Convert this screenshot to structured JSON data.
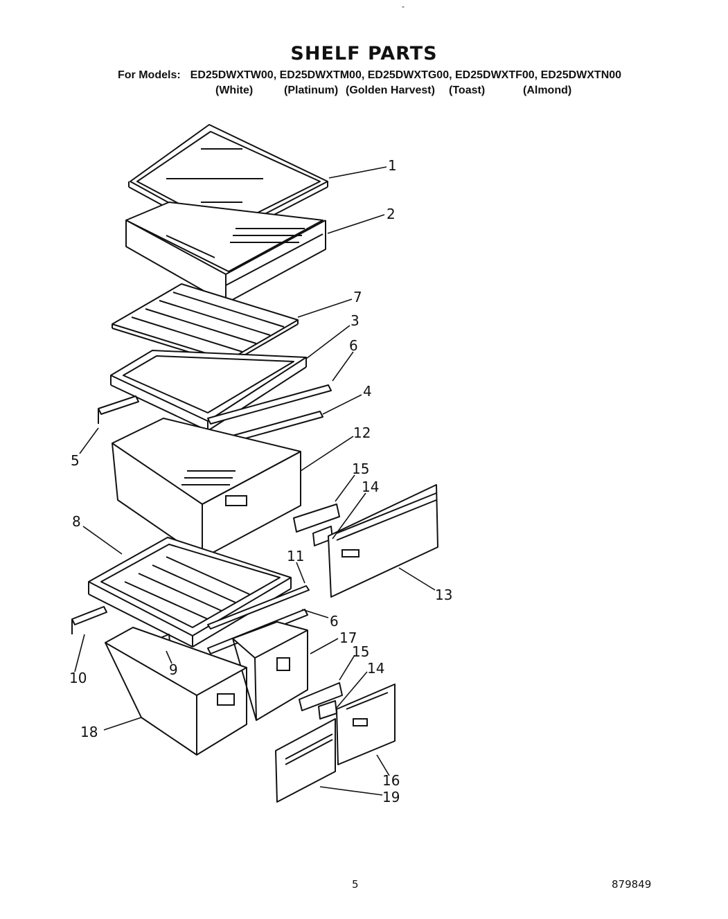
{
  "title": "SHELF PARTS",
  "header_tick": "-",
  "models_label": "For Models:",
  "models": "ED25DWXTW00, ED25DWXTM00, ED25DWXTG00, ED25DWXTF00, ED25DWXTN00",
  "colors": [
    "(White)",
    "(Platinum)",
    "(Golden Harvest)",
    "(Toast)",
    "(Almond)"
  ],
  "callouts": [
    "1",
    "2",
    "7",
    "3",
    "6",
    "4",
    "5",
    "12",
    "15",
    "14",
    "8",
    "11",
    "13",
    "6",
    "10",
    "17",
    "9",
    "15",
    "14",
    "18",
    "16",
    "19"
  ],
  "page_number": "5",
  "document_number": "879849"
}
